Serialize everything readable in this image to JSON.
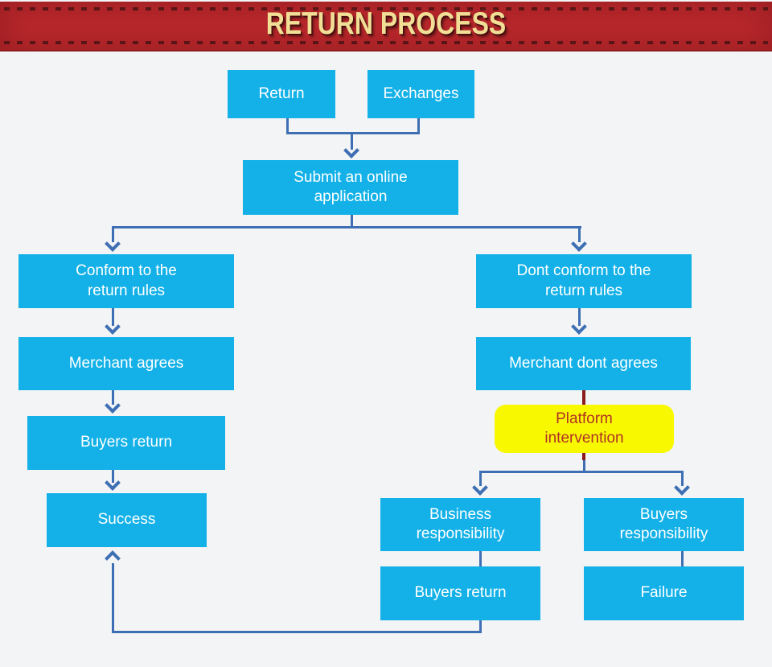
{
  "banner": {
    "title": "RETURN PROCESS"
  },
  "flowchart": {
    "nodes": {
      "return": {
        "label": "Return"
      },
      "exchanges": {
        "label": "Exchanges"
      },
      "submit": {
        "label": "Submit an online\napplication"
      },
      "conform": {
        "label": "Conform to the\nreturn rules"
      },
      "dont_conform": {
        "label": "Dont conform to the\nreturn rules"
      },
      "merchant_agrees": {
        "label": "Merchant agrees"
      },
      "merchant_dont_agrees": {
        "label": "Merchant dont agrees"
      },
      "platform": {
        "label": "Platform\nintervention"
      },
      "buyers_return_left": {
        "label": "Buyers return"
      },
      "success": {
        "label": "Success"
      },
      "business_resp": {
        "label": "Business\nresponsibility"
      },
      "buyers_resp": {
        "label": "Buyers\nresponsibility"
      },
      "buyers_return_right": {
        "label": "Buyers return"
      },
      "failure": {
        "label": "Failure"
      }
    },
    "edges": [
      {
        "from": "return",
        "to": "submit"
      },
      {
        "from": "exchanges",
        "to": "submit"
      },
      {
        "from": "submit",
        "to": "conform"
      },
      {
        "from": "submit",
        "to": "dont_conform"
      },
      {
        "from": "conform",
        "to": "merchant_agrees"
      },
      {
        "from": "merchant_agrees",
        "to": "buyers_return_left"
      },
      {
        "from": "buyers_return_left",
        "to": "success"
      },
      {
        "from": "dont_conform",
        "to": "merchant_dont_agrees"
      },
      {
        "from": "merchant_dont_agrees",
        "to": "platform"
      },
      {
        "from": "platform",
        "to": "business_resp"
      },
      {
        "from": "platform",
        "to": "buyers_resp"
      },
      {
        "from": "business_resp",
        "to": "buyers_return_right"
      },
      {
        "from": "buyers_return_right",
        "to": "success"
      },
      {
        "from": "buyers_resp",
        "to": "failure"
      }
    ],
    "colors": {
      "node_fill": "#13b1e8",
      "node_text": "#ffffff",
      "connector": "#3e6fb4",
      "alert_connector": "#8b1b1e",
      "highlight_fill": "#f8f800",
      "highlight_text": "#b03226",
      "banner_bg": "#b9282c",
      "banner_dash": "#5a1517",
      "banner_text": "#f1df96",
      "page_bg": "#f3f4f5"
    }
  }
}
